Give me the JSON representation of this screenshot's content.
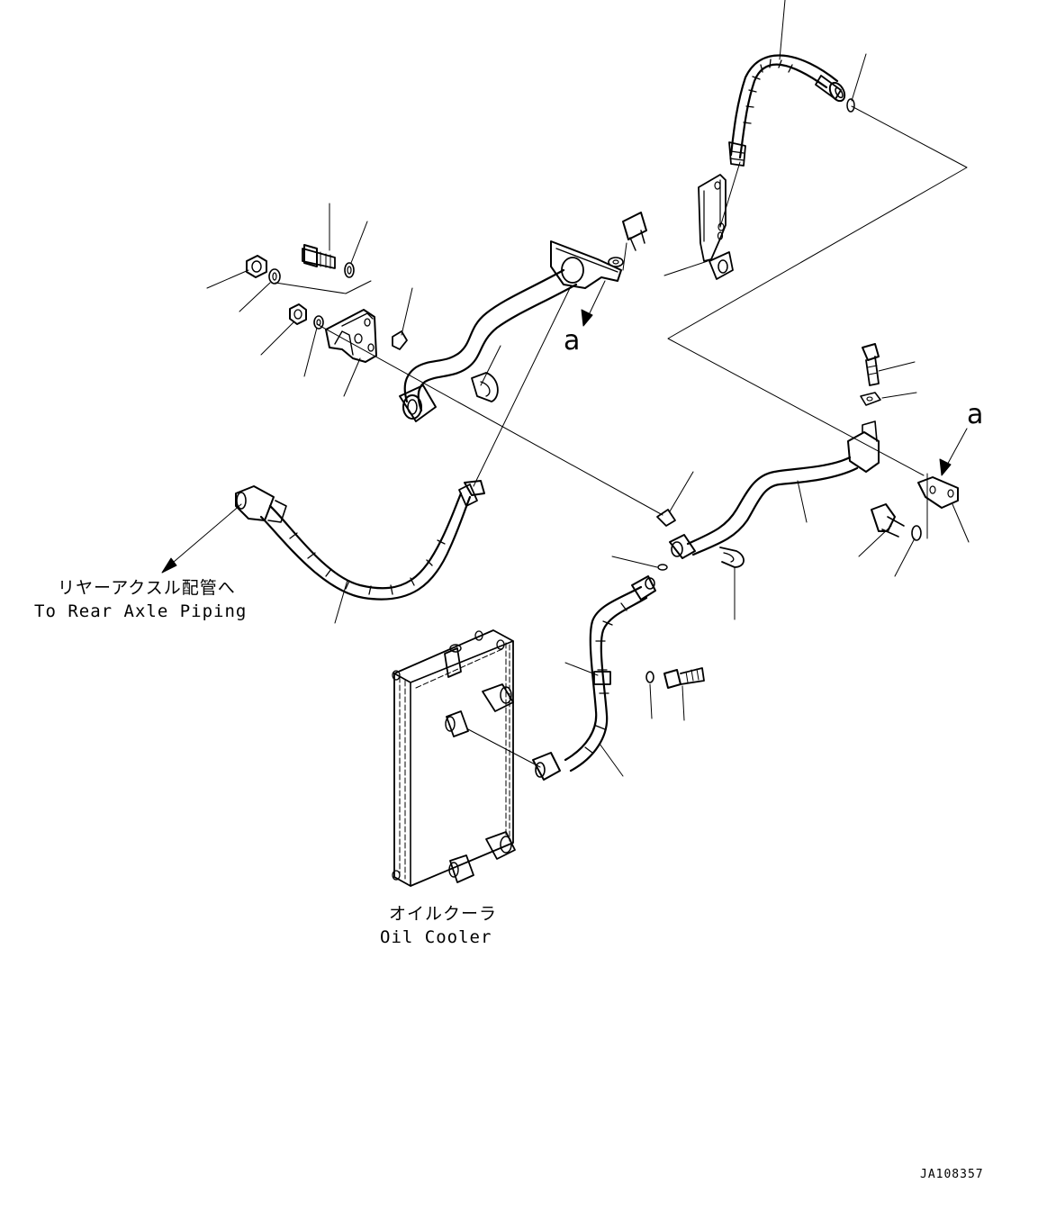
{
  "diagram": {
    "callouts": {
      "a_left": "a",
      "a_right": "a"
    },
    "captions": {
      "rear_axle_jp": "リヤーアクスル配管へ",
      "rear_axle_en": "To Rear Axle Piping",
      "oil_cooler_jp": "オイルクーラ",
      "oil_cooler_en": "Oil Cooler"
    },
    "drawing_code": "JA108357",
    "colors": {
      "ink": "#000000",
      "paper": "#ffffff"
    }
  }
}
